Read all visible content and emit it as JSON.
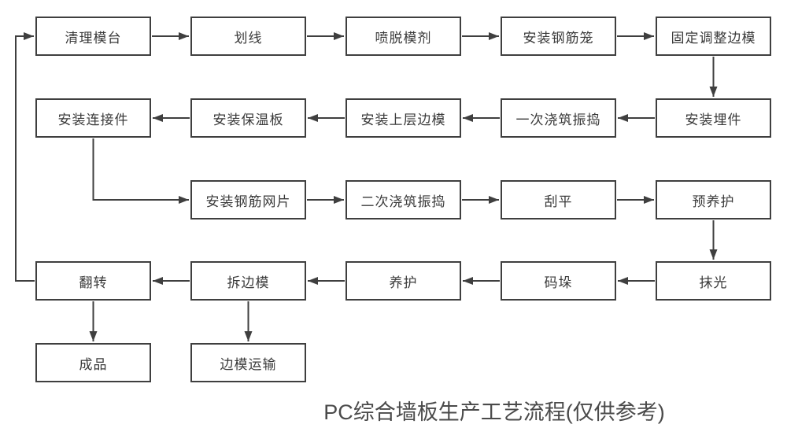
{
  "title": "PC综合墙板生产工艺流程(仅供参考)",
  "colors": {
    "line": "#3f3f3f",
    "box_border": "#3f3f3f",
    "box_fill": "#ffffff",
    "text": "#3a3a3a",
    "title_text": "#4a4a4a",
    "background": "#ffffff"
  },
  "diagram": {
    "type": "flowchart",
    "nodes": [
      {
        "id": "clean-mold-table",
        "label": "清理模台",
        "row": 0,
        "col": 0
      },
      {
        "id": "marking",
        "label": "划线",
        "row": 0,
        "col": 1
      },
      {
        "id": "spray-release-agent",
        "label": "喷脱模剂",
        "row": 0,
        "col": 2
      },
      {
        "id": "install-rebar-cage",
        "label": "安装钢筋笼",
        "row": 0,
        "col": 3
      },
      {
        "id": "fix-adjust-side-mold",
        "label": "固定调整边模",
        "row": 0,
        "col": 4
      },
      {
        "id": "install-connectors",
        "label": "安装连接件",
        "row": 1,
        "col": 0
      },
      {
        "id": "install-insulation-board",
        "label": "安装保温板",
        "row": 1,
        "col": 1
      },
      {
        "id": "install-upper-side-mold",
        "label": "安装上层边模",
        "row": 1,
        "col": 2
      },
      {
        "id": "first-pour-vibrate",
        "label": "一次浇筑振捣",
        "row": 1,
        "col": 3
      },
      {
        "id": "install-embedded-parts",
        "label": "安装埋件",
        "row": 1,
        "col": 4
      },
      {
        "id": "install-rebar-mesh",
        "label": "安装钢筋网片",
        "row": 2,
        "col": 1
      },
      {
        "id": "second-pour-vibrate",
        "label": "二次浇筑振捣",
        "row": 2,
        "col": 2
      },
      {
        "id": "scrape-level",
        "label": "刮平",
        "row": 2,
        "col": 3
      },
      {
        "id": "pre-curing",
        "label": "预养护",
        "row": 2,
        "col": 4
      },
      {
        "id": "flip",
        "label": "翻转",
        "row": 3,
        "col": 0
      },
      {
        "id": "remove-side-mold",
        "label": "拆边模",
        "row": 3,
        "col": 1
      },
      {
        "id": "curing",
        "label": "养护",
        "row": 3,
        "col": 2
      },
      {
        "id": "stacking",
        "label": "码垛",
        "row": 3,
        "col": 3
      },
      {
        "id": "polishing",
        "label": "抹光",
        "row": 3,
        "col": 4
      },
      {
        "id": "finished-product",
        "label": "成品",
        "row": 4,
        "col": 0
      },
      {
        "id": "side-mold-transport",
        "label": "边模运输",
        "row": 4,
        "col": 1
      }
    ],
    "edges": [
      {
        "from": "clean-mold-table",
        "to": "marking",
        "type": "right"
      },
      {
        "from": "marking",
        "to": "spray-release-agent",
        "type": "right"
      },
      {
        "from": "spray-release-agent",
        "to": "install-rebar-cage",
        "type": "right"
      },
      {
        "from": "install-rebar-cage",
        "to": "fix-adjust-side-mold",
        "type": "right"
      },
      {
        "from": "fix-adjust-side-mold",
        "to": "install-embedded-parts",
        "type": "down"
      },
      {
        "from": "install-embedded-parts",
        "to": "first-pour-vibrate",
        "type": "left"
      },
      {
        "from": "first-pour-vibrate",
        "to": "install-upper-side-mold",
        "type": "left"
      },
      {
        "from": "install-upper-side-mold",
        "to": "install-insulation-board",
        "type": "left"
      },
      {
        "from": "install-insulation-board",
        "to": "install-connectors",
        "type": "left"
      },
      {
        "from": "install-connectors",
        "to": "install-rebar-mesh",
        "type": "elbow-down-right"
      },
      {
        "from": "install-rebar-mesh",
        "to": "second-pour-vibrate",
        "type": "right"
      },
      {
        "from": "second-pour-vibrate",
        "to": "scrape-level",
        "type": "right"
      },
      {
        "from": "scrape-level",
        "to": "pre-curing",
        "type": "right"
      },
      {
        "from": "pre-curing",
        "to": "polishing",
        "type": "down"
      },
      {
        "from": "polishing",
        "to": "stacking",
        "type": "left"
      },
      {
        "from": "stacking",
        "to": "curing",
        "type": "left"
      },
      {
        "from": "curing",
        "to": "remove-side-mold",
        "type": "left"
      },
      {
        "from": "remove-side-mold",
        "to": "flip",
        "type": "left"
      },
      {
        "from": "flip",
        "to": "clean-mold-table",
        "type": "loop-left-up"
      },
      {
        "from": "flip",
        "to": "finished-product",
        "type": "down"
      },
      {
        "from": "remove-side-mold",
        "to": "side-mold-transport",
        "type": "down"
      }
    ]
  }
}
